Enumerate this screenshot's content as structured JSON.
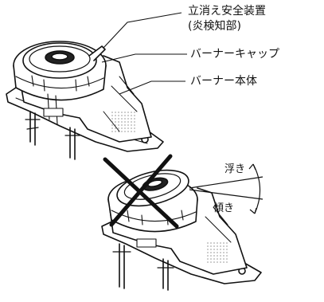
{
  "labels": {
    "flame_failure_device": "立消え安全装置",
    "flame_detector": "(炎検知部)",
    "burner_cap": "バーナーキャップ",
    "burner_body": "バーナー本体",
    "floating": "浮き",
    "tilting": "傾き"
  }
}
